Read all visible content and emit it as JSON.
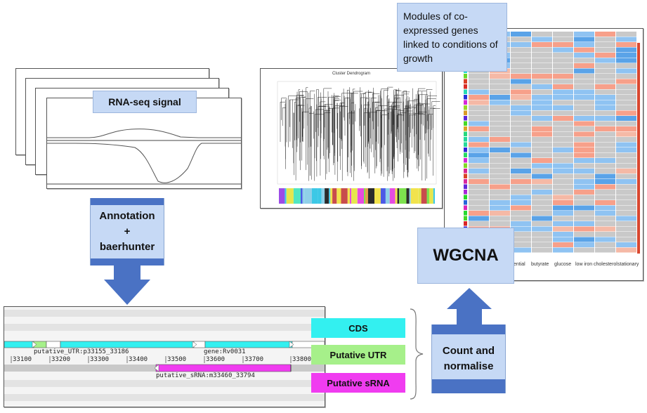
{
  "rnaseq": {
    "label": "RNA-seq signal"
  },
  "annotation_step": {
    "line1": "Annotation",
    "line2": "+",
    "line3": "baerhunter"
  },
  "count_step": {
    "line1": "Count and",
    "line2": "normalise"
  },
  "wgcna": {
    "label": "WGCNA"
  },
  "modules_note": {
    "text": "Modules of co-expressed genes linked to conditions of growth"
  },
  "dendrogram": {
    "title": "Cluster Dendrogram"
  },
  "genome_browser": {
    "utr_label": "putative_UTR:p33155_33186",
    "gene_label": "gene:Rv0031",
    "srna_label": "putative_sRNA:m33460_33794",
    "ticks": [
      "33100",
      "33200",
      "33300",
      "33400",
      "33500",
      "33600",
      "33700",
      "33800"
    ]
  },
  "legend": {
    "cds": "CDS",
    "utr": "Putative UTR",
    "srna": "Putative sRNA"
  },
  "heatmap": {
    "conditions": [
      "ential",
      "butyrate",
      "glucose",
      "low iron",
      "cholesterol",
      "stationary"
    ]
  },
  "colors": {
    "arrow_blue": "#4a72c4",
    "box_light_blue": "#c6d9f5",
    "cds_cyan": "#33f0f0",
    "utr_green": "#a6f08a",
    "srna_magenta": "#f03cf0"
  }
}
